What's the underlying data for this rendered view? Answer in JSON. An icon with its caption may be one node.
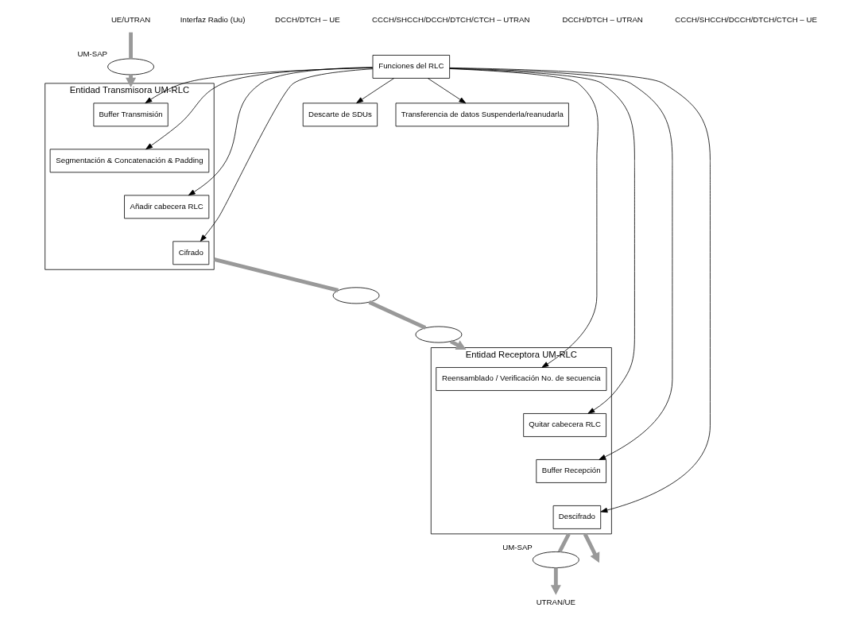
{
  "diagram": {
    "nodes": [
      {
        "text": [
          "Entidad Transmisora UM-RLC"
        ]
      },
      {
        "text": [
          "Buffer Transmisión"
        ],
        "in": 0
      },
      {
        "text": [
          "Segmentación & Concatenación & Padding"
        ],
        "in": 0
      },
      {
        "text": [
          "Añadir cabecera RLC"
        ],
        "in": 0
      },
      {
        "text": [
          "Cifrado"
        ],
        "in": 0
      },
      {
        "text": [
          "Descarte de SDUs"
        ]
      },
      {
        "text": [
          "Funciones del RLC"
        ]
      },
      {
        "text": [
          "Transferencia de datos Suspenderla/reanudarla"
        ]
      },
      {
        "text": [
          "Entidad Receptora UM-RLC"
        ]
      },
      {
        "text": [
          "Reensamblado / Verificación No. de secuencia"
        ],
        "in": 8
      },
      {
        "text": [
          "Quitar cabecera RLC"
        ],
        "in": 8
      },
      {
        "text": [
          "Buffer Recepción"
        ],
        "in": 8
      },
      {
        "text": [
          "Descifrado"
        ],
        "in": 8
      },
      {
        "text": [],
        "shape": "ellipse",
        "beside": [
          "UM-SAP"
        ]
      },
      {
        "text": [],
        "shape": "ellipse",
        "beside": [
          "UM-SAP"
        ]
      },
      {
        "text": [],
        "shape": "ellipse"
      },
      {
        "text": [],
        "shape": "ellipse"
      },
      {
        "text": [
          "UE/UTRAN"
        ]
      },
      {
        "text": [
          "UTRAN/UE"
        ]
      }
    ],
    "edges": [
      {
        "from": 17,
        "to": 13,
        "arrow": "none",
        "style": "thick",
        "color": "#999999"
      },
      {
        "from": 13,
        "to": 0,
        "arrow": "to",
        "style": "thick",
        "color": "#999999"
      },
      {
        "from": 8,
        "to": 14,
        "arrow": "none",
        "style": "thick",
        "color": "#999999"
      },
      {
        "from": 14,
        "to": 18,
        "arrow": "to",
        "style": "thick",
        "color": "#999999"
      },
      {
        "from": 8,
        "to": null,
        "arrow": "to",
        "style": "thick",
        "color": "#999999"
      },
      {
        "from": 0,
        "to": 15,
        "arrow": "none",
        "style": "thick",
        "color": "#999999"
      },
      {
        "from": 15,
        "to": 16,
        "arrow": "none",
        "style": "thick",
        "color": "#999999"
      },
      {
        "from": 16,
        "to": 8,
        "arrow": "to",
        "style": "thick",
        "color": "#999999"
      },
      {
        "from": 6,
        "to": 1,
        "arrow": "to"
      },
      {
        "from": 6,
        "to": 2,
        "arrow": "to"
      },
      {
        "from": 6,
        "to": 3,
        "arrow": "to"
      },
      {
        "from": 6,
        "to": 4,
        "arrow": "to"
      },
      {
        "from": 6,
        "to": 7,
        "arrow": "to"
      },
      {
        "from": 6,
        "to": 5,
        "arrow": "to"
      },
      {
        "from": 6,
        "to": 9,
        "arrow": "to"
      },
      {
        "from": 6,
        "to": 10,
        "arrow": "to"
      },
      {
        "from": 6,
        "to": 11,
        "arrow": "to"
      },
      {
        "from": 6,
        "to": 12,
        "arrow": "to"
      }
    ],
    "labels": [
      "Interfaz Radio (Uu)",
      "DCCH/DTCH – UE",
      "CCCH/SHCCH/DCCH/DTCH/CTCH – UTRAN",
      "DCCH/DTCH – UTRAN",
      "CCCH/SHCCH/DCCH/DTCH/CTCH – UE"
    ]
  }
}
